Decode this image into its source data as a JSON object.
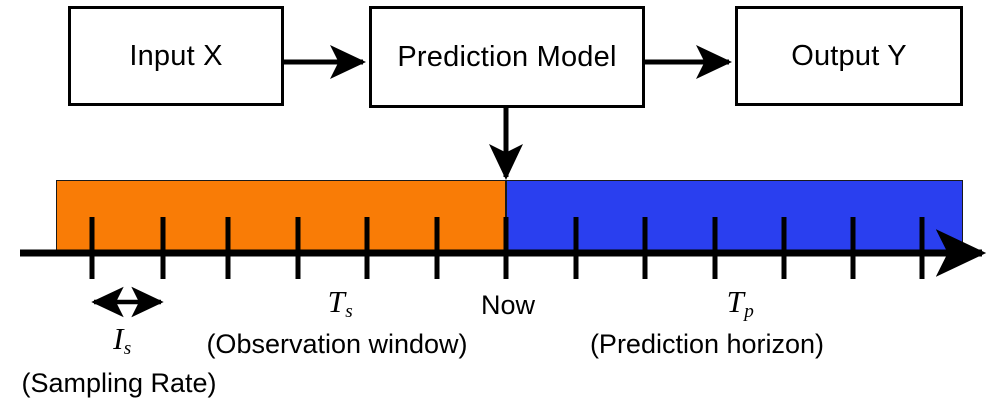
{
  "figure": {
    "title": "Prediction model timeline diagram",
    "background": "#ffffff",
    "line_color": "#000000",
    "observation_color": "#f97c06",
    "prediction_color": "#2a3fef"
  },
  "flow": {
    "boxes": [
      {
        "id": "input",
        "label": "Input X"
      },
      {
        "id": "model",
        "label": "Prediction Model"
      },
      {
        "id": "output",
        "label": "Output Y"
      }
    ],
    "arrows": [
      {
        "id": "input-to-model",
        "name": "arrow-input-to-model"
      },
      {
        "id": "model-to-output",
        "name": "arrow-model-to-output"
      },
      {
        "id": "model-to-now",
        "name": "arrow-model-to-now"
      }
    ]
  },
  "timeline": {
    "axis_arrow": "right-arrow",
    "now_marker_label": "Now",
    "segments": [
      {
        "id": "observation",
        "symbol": "T",
        "subscript": "s",
        "caption": "(Observation window)",
        "color": "#f97c06",
        "ticks": 7
      },
      {
        "id": "prediction",
        "symbol": "T",
        "subscript": "p",
        "caption": "(Prediction horizon)",
        "color": "#2a3fef",
        "ticks": 7
      }
    ],
    "sampling": {
      "symbol": "I",
      "subscript": "s",
      "caption": "(Sampling Rate)",
      "measure_arrow": "double-headed-arrow"
    }
  }
}
